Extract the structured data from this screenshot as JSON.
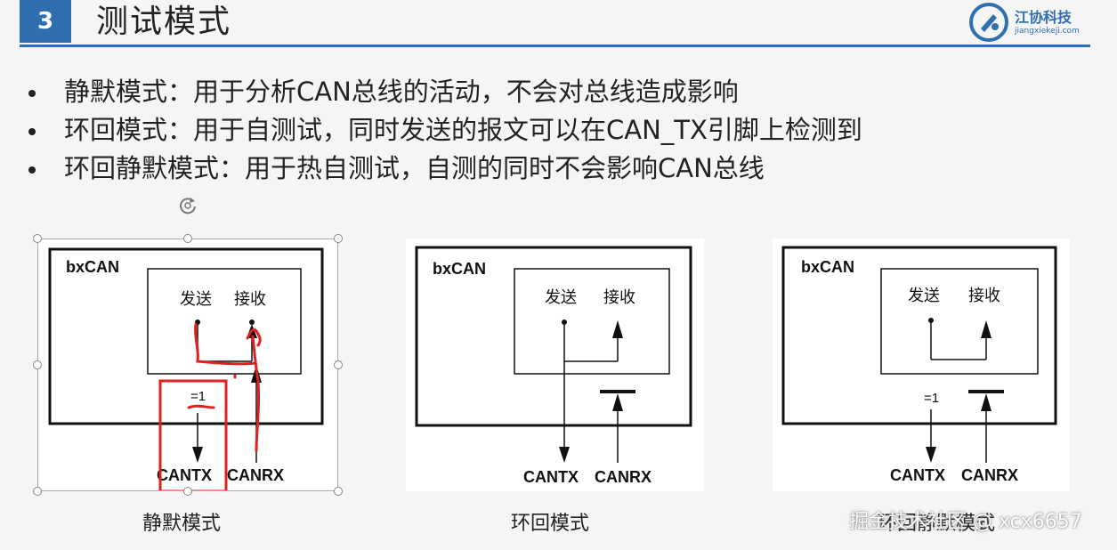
{
  "header": {
    "section_number": "3",
    "title": "测试模式",
    "logo_name": "江协科技",
    "logo_site": "jiangxiekeji.com"
  },
  "bullets": [
    "静默模式：用于分析CAN总线的活动，不会对总线造成影响",
    "环回模式：用于自测试，同时发送的报文可以在CAN_TX引脚上检测到",
    "环回静默模式：用于热自测试，自测的同时不会影响CAN总线"
  ],
  "diagrams": [
    {
      "block_label": "bxCAN",
      "send_label": "发送",
      "receive_label": "接收",
      "eq1_label": "=1",
      "tx_label": "CANTX",
      "rx_label": "CANRX",
      "caption": "静默模式"
    },
    {
      "block_label": "bxCAN",
      "send_label": "发送",
      "receive_label": "接收",
      "tx_label": "CANTX",
      "rx_label": "CANRX",
      "caption": "环回模式"
    },
    {
      "block_label": "bxCAN",
      "send_label": "发送",
      "receive_label": "接收",
      "eq1_label": "=1",
      "tx_label": "CANTX",
      "rx_label": "CANRX",
      "caption": "环回静默模式"
    }
  ],
  "watermark": "掘金技术社区 @ xcx6657",
  "colors": {
    "accent": "#2f6fb0",
    "annotation": "#e02020"
  }
}
